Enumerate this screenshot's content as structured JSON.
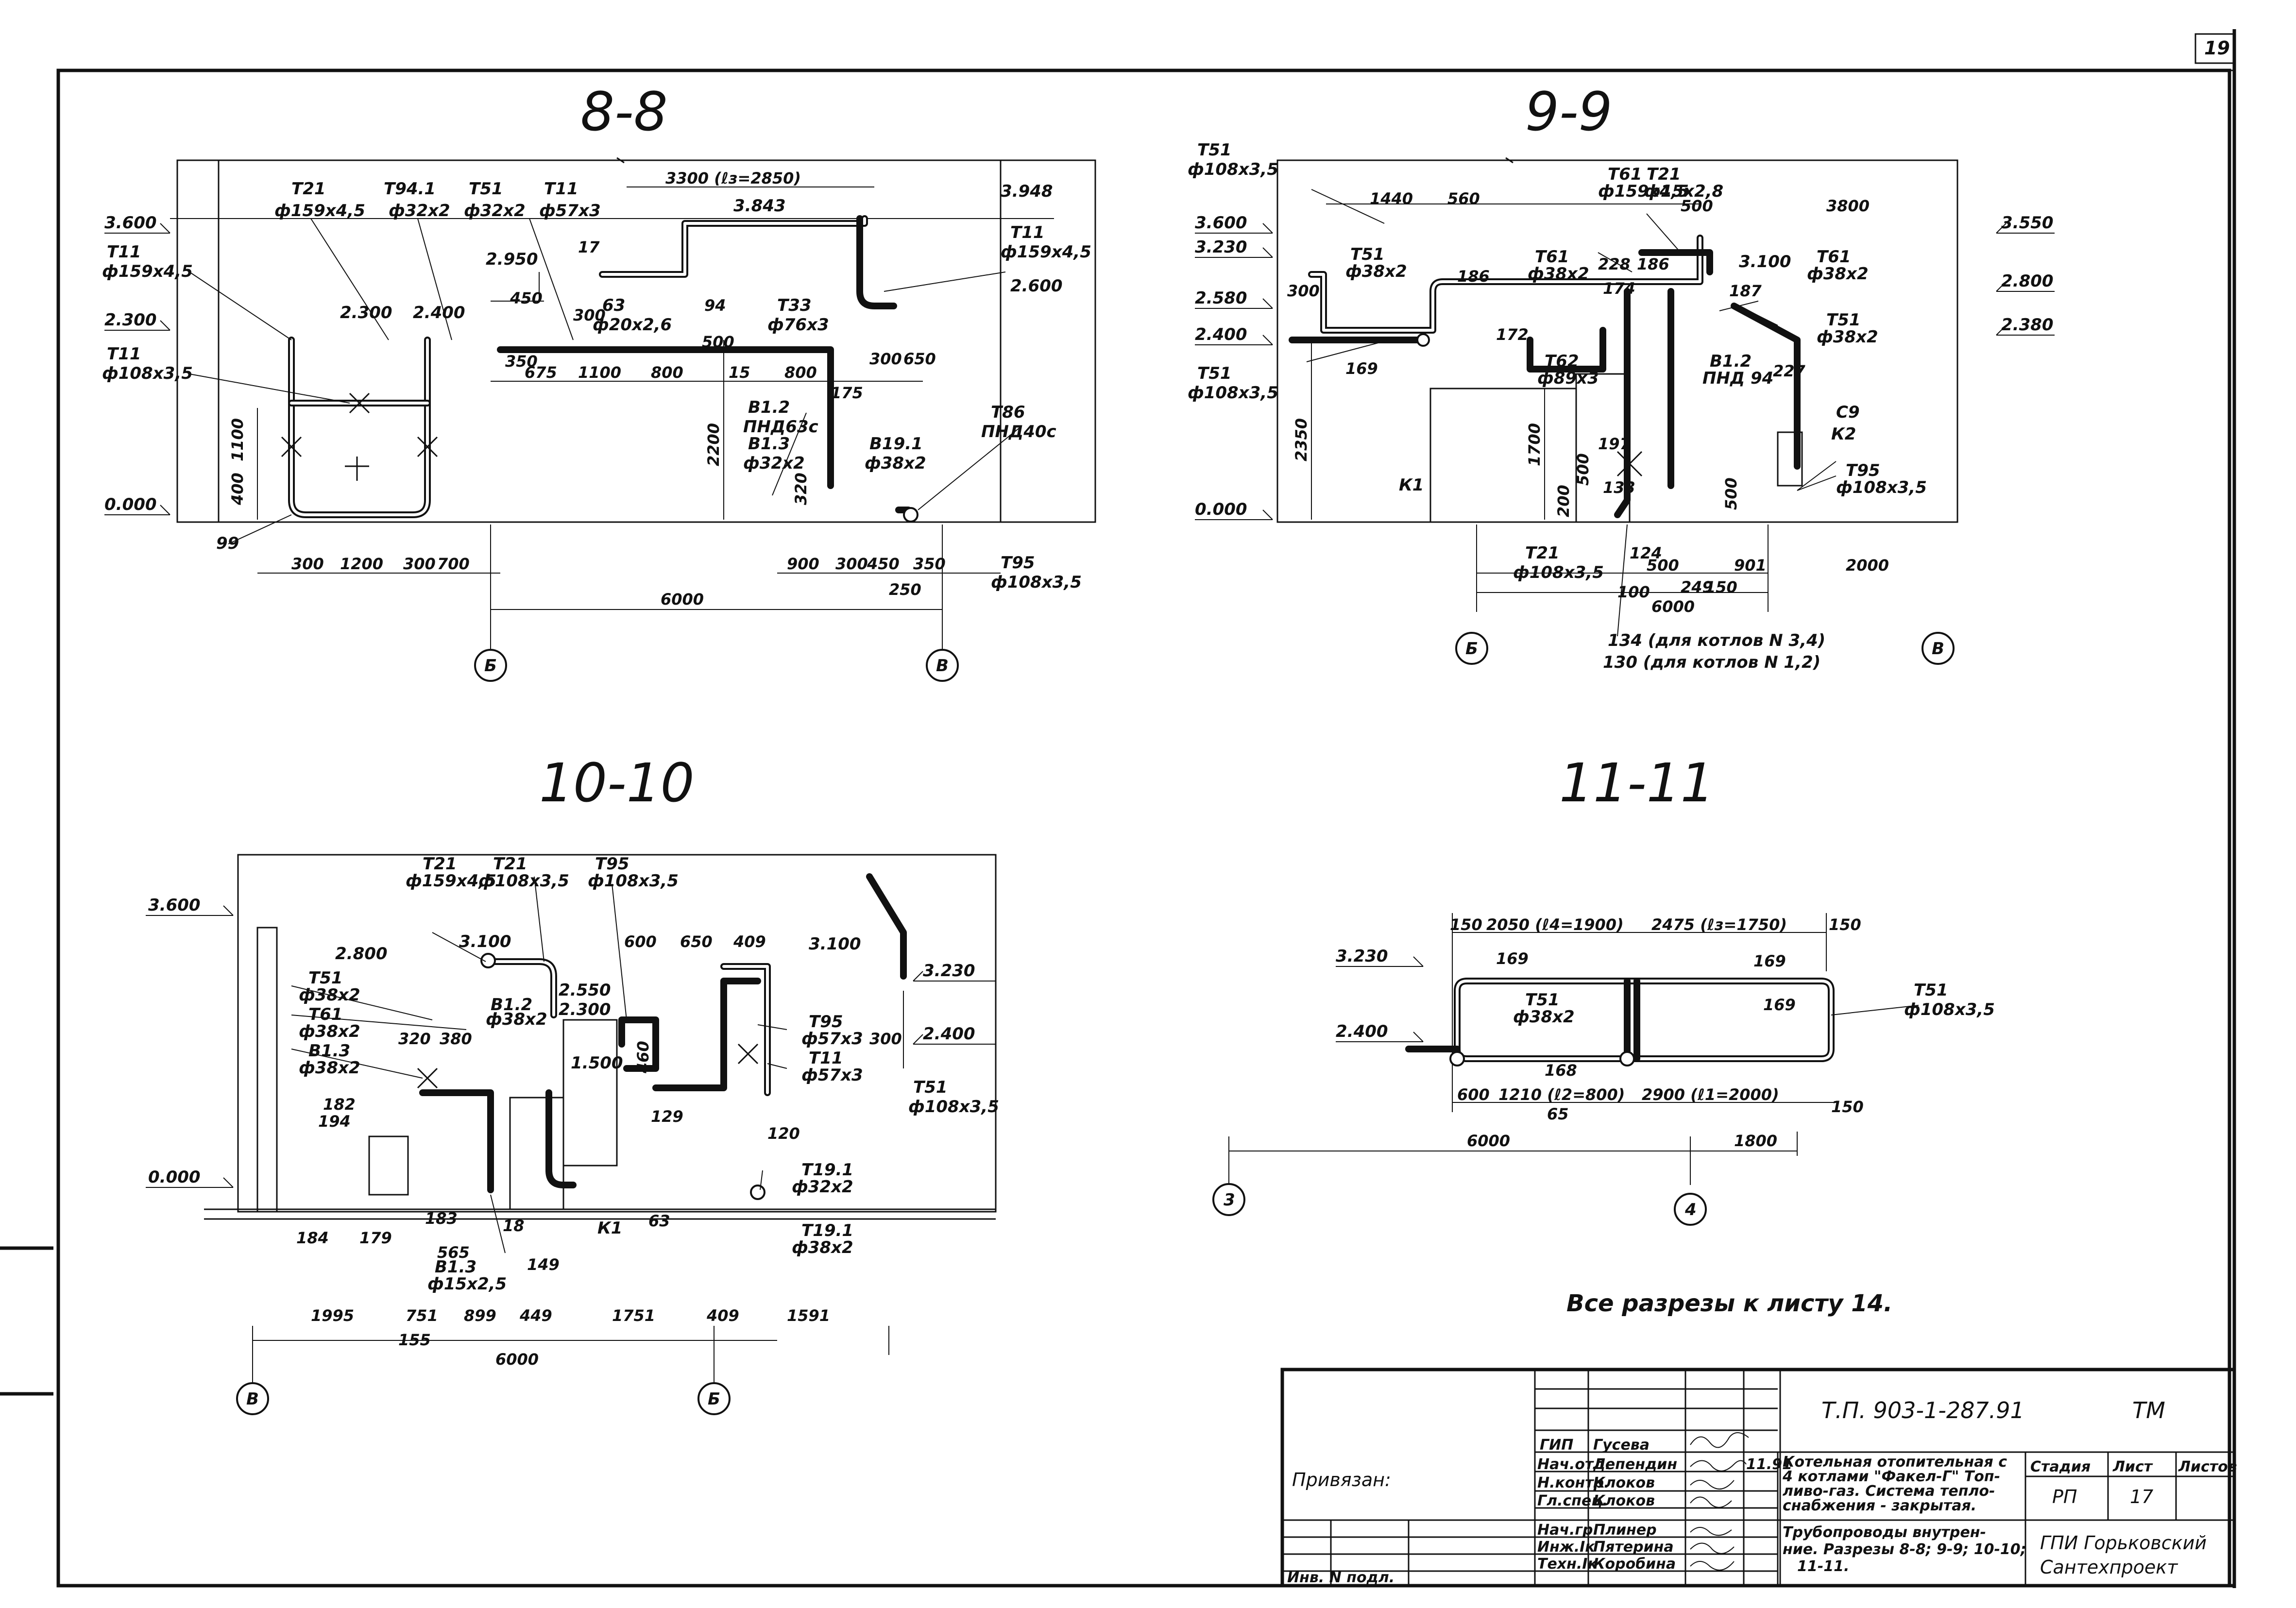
{
  "sheet_corner_number": "19",
  "sections": {
    "s88": {
      "title": "8-8",
      "elevations": [
        "3.600",
        "2.300",
        "0.000",
        "2.950",
        "2.300",
        "2.400",
        "3.843",
        "3.948",
        "2.600"
      ],
      "labels": [
        {
          "code": "Т11",
          "size": "ф159x4,5"
        },
        {
          "code": "Т11",
          "size": "ф108x3,5"
        },
        {
          "code": "Т21",
          "size": "ф159x4,5"
        },
        {
          "code": "Т94.1",
          "size": "ф32x2"
        },
        {
          "code": "Т51",
          "size": "ф32x2"
        },
        {
          "code": "Т11",
          "size": "ф57x3"
        },
        {
          "code": "63",
          "size": "ф20x2,6"
        },
        {
          "code": "Т33",
          "size": "ф76x3"
        },
        {
          "code": "Т11",
          "size": "ф159x4,5"
        },
        {
          "code": "В1.2",
          "size": "ПНД63с"
        },
        {
          "code": "В1.3",
          "size": "ф32x2"
        },
        {
          "code": "В19.1",
          "size": "ф38x2"
        },
        {
          "code": "Т86",
          "size": "ПНД40с"
        },
        {
          "code": "Т95",
          "size": "ф108x3,5"
        }
      ],
      "dims_top": [
        "3300 (ℓз=2850)"
      ],
      "dims_mid": [
        "450",
        "675",
        "1100",
        "800",
        "15",
        "800",
        "175",
        "300",
        "650",
        "350",
        "300",
        "17",
        "94",
        "500",
        "400"
      ],
      "dims_bottom": [
        "300",
        "1200",
        "300",
        "700",
        "900",
        "300",
        "450",
        "350",
        "250"
      ],
      "dims_vertical": [
        "1100",
        "400",
        "2200",
        "320"
      ],
      "total": "6000",
      "tag": "99",
      "axis_left": "Б",
      "axis_right": "В"
    },
    "s99": {
      "title": "9-9",
      "elevations": [
        "3.600",
        "3.230",
        "2.580",
        "2.400",
        "0.000",
        "3.100",
        "3.550",
        "2.800",
        "2.380"
      ],
      "labels": [
        {
          "code": "Т51",
          "size": "ф108x3,5"
        },
        {
          "code": "Т51",
          "size": "ф38x2"
        },
        {
          "code": "Т51",
          "size": "ф108x3,5"
        },
        {
          "code": "Т61",
          "size": "ф159x4,5"
        },
        {
          "code": "Т21",
          "size": "ф15x2,8"
        },
        {
          "code": "Т61",
          "size": "ф38x2"
        },
        {
          "code": "Т61",
          "size": "ф38x2"
        },
        {
          "code": "Т51",
          "size": "ф38x2"
        },
        {
          "code": "Т62",
          "size": "ф89x3"
        },
        {
          "code": "В1.2",
          "size": "ПНД 94"
        },
        {
          "code": "Т95",
          "size": "ф108x3,5"
        },
        {
          "code": "Т21",
          "size": "ф108x3,5"
        }
      ],
      "tags": [
        "169",
        "186",
        "228",
        "186",
        "174",
        "172",
        "187",
        "227",
        "197",
        "133",
        "124",
        "К1",
        "К2",
        "С9",
        "300"
      ],
      "dims_top": [
        "1440",
        "560",
        "500",
        "3800"
      ],
      "dims_vertical": [
        "2350",
        "1700",
        "200",
        "500",
        "500"
      ],
      "dims_bottom": [
        "100",
        "500",
        "249",
        "150",
        "901",
        "2000"
      ],
      "total": "6000",
      "note_lines": [
        "134 (для котлов N 3,4)",
        "130 (для котлов N 1,2)"
      ],
      "axis_left": "Б",
      "axis_right": "В"
    },
    "s1010": {
      "title": "10-10",
      "elevations": [
        "3.600",
        "2.800",
        "3.100",
        "2.550",
        "2.300",
        "1.500",
        "3.100",
        "3.230",
        "2.400",
        "0.000"
      ],
      "labels": [
        {
          "code": "Т21",
          "size": "ф159x4,5"
        },
        {
          "code": "Т21",
          "size": "ф108x3,5"
        },
        {
          "code": "Т95",
          "size": "ф108x3,5"
        },
        {
          "code": "Т51",
          "size": "ф38x2"
        },
        {
          "code": "Т61",
          "size": "ф38x2"
        },
        {
          "code": "В1.3",
          "size": "ф38x2"
        },
        {
          "code": "В1.2",
          "size": "ф38x2"
        },
        {
          "code": "Т95",
          "size": "ф57x3"
        },
        {
          "code": "Т11",
          "size": "ф57x3"
        },
        {
          "code": "Т51",
          "size": "ф108x3,5"
        },
        {
          "code": "Т19.1",
          "size": "ф32x2"
        },
        {
          "code": "Т19.1",
          "size": "ф38x2"
        },
        {
          "code": "В1.3",
          "size": "ф15x2,5"
        }
      ],
      "tags": [
        "182",
        "194",
        "184",
        "179",
        "183",
        "565",
        "18",
        "149",
        "К1",
        "63",
        "120",
        "129",
        "600",
        "650",
        "409",
        "320",
        "380",
        "300",
        "460"
      ],
      "dims_bottom": [
        "1995",
        "751",
        "899",
        "449",
        "1751",
        "409",
        "1591"
      ],
      "dim_155": "155",
      "total": "6000",
      "axis_left": "В",
      "axis_right": "Б"
    },
    "s1111": {
      "title": "11-11",
      "elevations": [
        "3.230",
        "2.400"
      ],
      "labels": [
        {
          "code": "Т51",
          "size": "ф38x2"
        },
        {
          "code": "Т51",
          "size": "ф108x3,5"
        }
      ],
      "dims_top": [
        "150",
        "2050 (ℓ4=1900)",
        "2475 (ℓз=1750)",
        "150"
      ],
      "tags": [
        "169",
        "169",
        "169",
        "168"
      ],
      "dims_bottom": [
        "600",
        "1210 (ℓ2=800)",
        "2900 (ℓ1=2000)",
        "150",
        "65"
      ],
      "totals": [
        "6000",
        "1800"
      ],
      "axis_left": "3",
      "axis_right": "4"
    }
  },
  "general_note": "Все разрезы к листу 14.",
  "title_block": {
    "doc_code": "Т.П. 903-1-287.91",
    "mark": "ТМ",
    "linked": "Привязан:",
    "inv": "Инв. N подл.",
    "people": [
      {
        "role": "ГИП",
        "name": "Гусева"
      },
      {
        "role": "Нач.отд.",
        "name": "Лепендин"
      },
      {
        "role": "Н.контр.",
        "name": "Клоков"
      },
      {
        "role": "Гл.спец.",
        "name": "Клоков"
      },
      {
        "role": "Нач.гр.",
        "name": "Плинер"
      },
      {
        "role": "Инж.Iк",
        "name": "Пятерина"
      },
      {
        "role": "Техн.Iк",
        "name": "Коробина"
      }
    ],
    "date": "11.91",
    "project_title": [
      "Котельная отопительная с",
      "4 котлами \"Факел-Г\" Топ-",
      "ливо-газ. Система тепло-",
      "снабжения - закрытая."
    ],
    "sheet_title": [
      "Трубопроводы внутрен-",
      "ние. Разрезы 8-8; 9-9; 10-10;",
      "11-11."
    ],
    "col_stage": "Стадия",
    "col_sheet": "Лист",
    "col_sheets": "Листов",
    "stage": "РП",
    "sheet": "17",
    "org": [
      "ГПИ Горьковский",
      "Сантехпроект"
    ]
  }
}
